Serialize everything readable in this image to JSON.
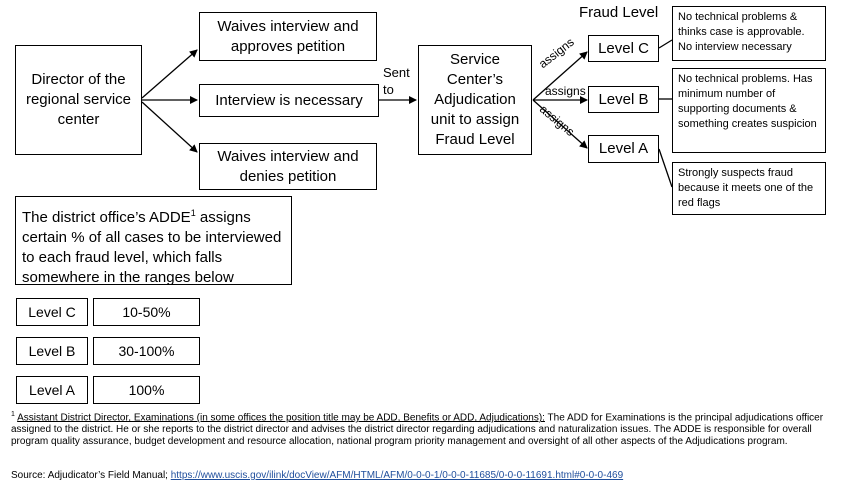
{
  "director": "Director of the regional service center",
  "outcomes": {
    "approve": "Waives interview and approves petition",
    "interview": "Interview is necessary",
    "deny": "Waives interview and denies petition"
  },
  "sent_to": "Sent to",
  "service_center": "Service Center’s Adjudication unit to assign Fraud Level",
  "fraud_level_title": "Fraud Level",
  "assigns": "assigns",
  "levels": {
    "c": "Level C",
    "b": "Level B",
    "a": "Level A"
  },
  "level_notes": {
    "c": "No technical problems & thinks case is approvable. No interview necessary",
    "b": "No technical problems. Has minimum number of supporting documents & something creates suspicion",
    "a": "Strongly suspects fraud because it meets one of the red flags"
  },
  "adde_text_before": "The district office’s ADDE",
  "adde_sup": "1",
  "adde_text_after": " assigns certain % of all cases to be interviewed to each fraud level, which falls somewhere in the ranges below",
  "ranges": [
    {
      "level": "Level C",
      "range": "10-50%"
    },
    {
      "level": "Level B",
      "range": "30-100%"
    },
    {
      "level": "Level A",
      "range": "100%"
    }
  ],
  "footnote": {
    "marker": "1",
    "title": "Assistant District Director, Examinations (in some offices the position title may be ADD, Benefits or ADD, Adjudications):",
    "body": " The ADD for Examinations is the principal adjudications officer assigned to the district. He or she reports to the district director and advises the district director regarding adjudications and naturalization issues. The ADDE is responsible for overall program quality assurance, budget development and resource allocation, national program priority management and oversight of all other aspects of the Adjudications program."
  },
  "source": {
    "label": "Source: Adjudicator’s Field Manual; ",
    "url": "https://www.uscis.gov/ilink/docView/AFM/HTML/AFM/0-0-0-1/0-0-0-11685/0-0-0-11691.html#0-0-0-469"
  }
}
